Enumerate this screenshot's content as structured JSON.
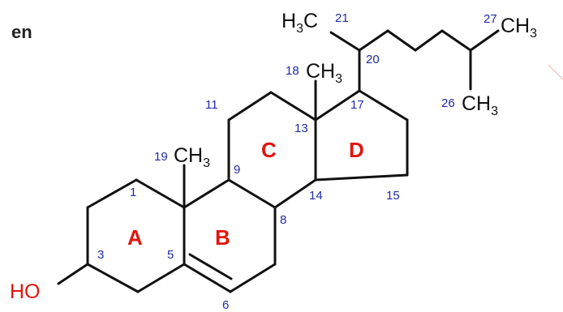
{
  "language_label": "en",
  "colors": {
    "bond": "#111111",
    "atom_number": "#1f2aa8",
    "ring_label": "#e2140f",
    "hydroxyl": "#e2140f",
    "group_label": "#111111"
  },
  "groups": {
    "hydroxyl": "HO",
    "methyl_18": {
      "main": "CH",
      "sub": "3"
    },
    "methyl_19": {
      "main": "CH",
      "sub": "3"
    },
    "methyl_21": {
      "pre": "H",
      "sub": "3",
      "post": "C"
    },
    "methyl_26": {
      "main": "CH",
      "sub": "3"
    },
    "methyl_27": {
      "main": "CH",
      "sub": "3"
    }
  },
  "rings": {
    "a": "A",
    "b": "B",
    "c": "C",
    "d": "D"
  },
  "atom_numbers": {
    "n1": "1",
    "n3": "3",
    "n5": "5",
    "n6": "6",
    "n8": "8",
    "n9": "9",
    "n11": "11",
    "n13": "13",
    "n14": "14",
    "n15": "15",
    "n17": "17",
    "n18": "18",
    "n19": "19",
    "n20": "20",
    "n21": "21",
    "n26": "26",
    "n27": "27"
  }
}
